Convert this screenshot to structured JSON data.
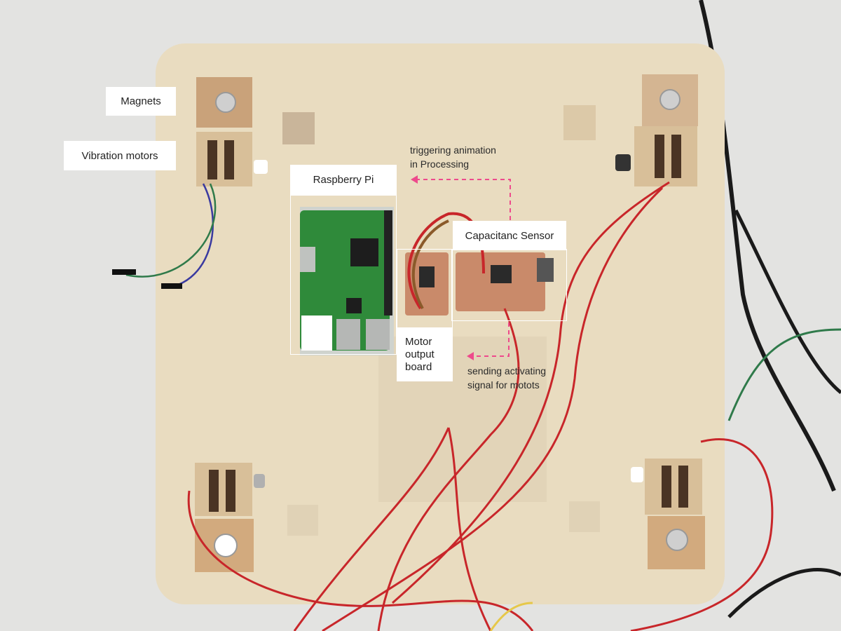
{
  "labels": {
    "magnets": "Magnets",
    "vibration_motors": "Vibration motors",
    "raspberry_pi": "Raspberry Pi",
    "capacitance_sensor": "Capacitanc Sensor",
    "motor_output_board": [
      "Motor",
      "output",
      "board"
    ]
  },
  "notes": {
    "triggering": [
      "triggering animation",
      "in Processing"
    ],
    "sending": [
      "sending activating",
      "signal for motots"
    ]
  },
  "colors": {
    "background": "#e6e6e4",
    "plywood": "#e8dcc2",
    "wire_red": "#c8262a",
    "arrow_pink": "#ee4a8c",
    "pcb_green": "#2f8a3a",
    "pcb_copper": "#c98a6a"
  }
}
